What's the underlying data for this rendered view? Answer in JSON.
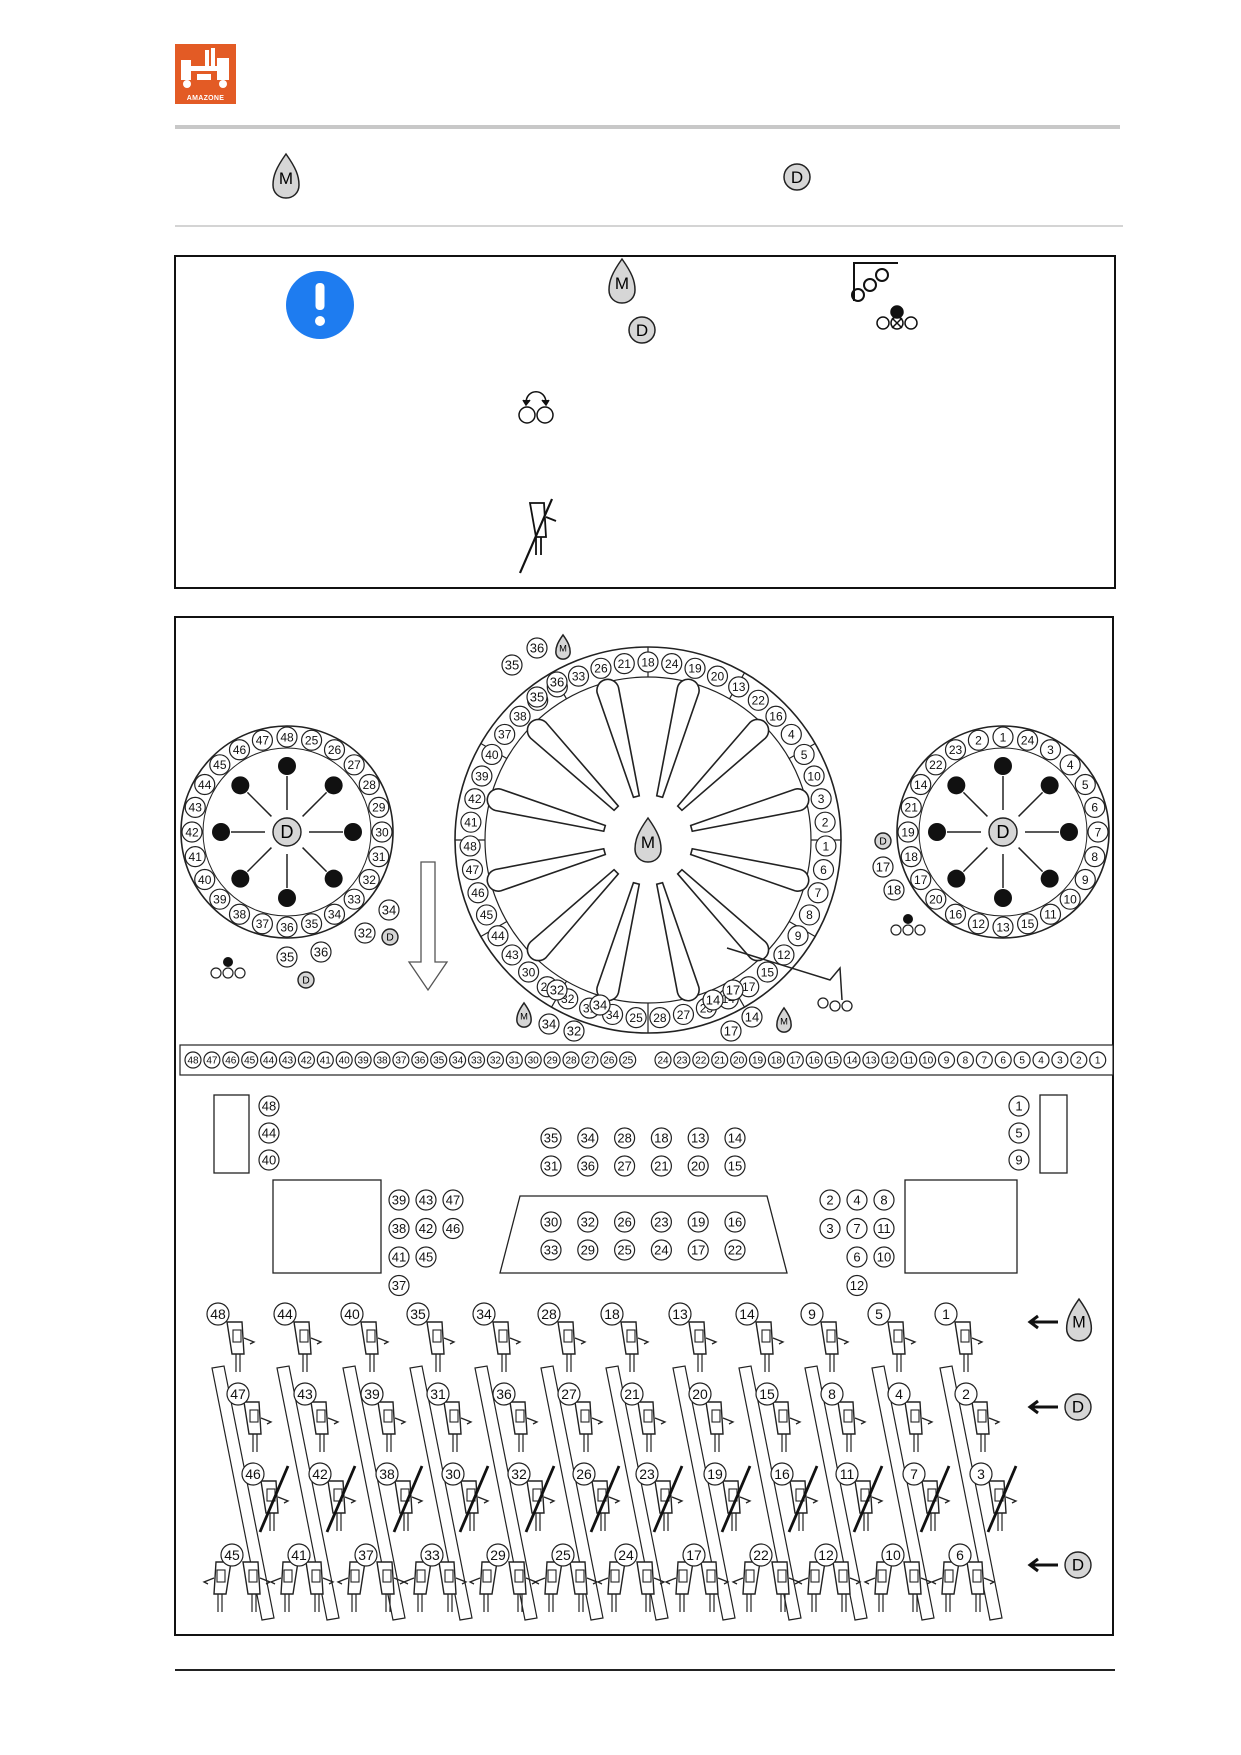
{
  "logo": {
    "text": "AMAZONE",
    "color": "#e35b25"
  },
  "legend": {
    "m_symbol": "M",
    "d_symbol": "D"
  },
  "note_box": {
    "info_icon": "exclamation-icon",
    "info_color": "#1e7cf0",
    "m_symbol": "M",
    "d_symbol": "D"
  },
  "diagram": {
    "hopper_m": "M",
    "hopper_d": "D",
    "big_rotor_label": "M",
    "left_rotor_label": "D",
    "right_rotor_label": "D",
    "big_ring": [
      "18",
      "24",
      "19",
      "20",
      "13",
      "22",
      "16",
      "4",
      "5",
      "10",
      "3",
      "2",
      "1",
      "6",
      "7",
      "8",
      "9",
      "12",
      "15",
      "17",
      "14",
      "23",
      "27",
      "28",
      "25",
      "34",
      "31",
      "32",
      "29",
      "30",
      "43",
      "44",
      "45",
      "46",
      "47",
      "48",
      "41",
      "42",
      "39",
      "40",
      "37",
      "38",
      "35",
      "36",
      "33",
      "26",
      "21"
    ],
    "left_ring": [
      "48",
      "25",
      "26",
      "27",
      "28",
      "29",
      "30",
      "31",
      "32",
      "33",
      "34",
      "35",
      "36",
      "37",
      "38",
      "39",
      "40",
      "41",
      "42",
      "43",
      "44",
      "45",
      "46",
      "47"
    ],
    "right_ring": [
      "1",
      "24",
      "3",
      "4",
      "5",
      "6",
      "7",
      "8",
      "9",
      "10",
      "11",
      "15",
      "13",
      "12",
      "16",
      "20",
      "17",
      "18",
      "19",
      "21",
      "14",
      "22",
      "23",
      "2"
    ],
    "outlet_row": [
      "48",
      "47",
      "46",
      "45",
      "44",
      "43",
      "42",
      "41",
      "40",
      "39",
      "38",
      "37",
      "36",
      "35",
      "34",
      "33",
      "32",
      "31",
      "30",
      "29",
      "28",
      "27",
      "26",
      "25",
      "24",
      "23",
      "22",
      "21",
      "20",
      "19",
      "18",
      "17",
      "16",
      "15",
      "14",
      "13",
      "12",
      "11",
      "10",
      "9",
      "8",
      "7",
      "6",
      "5",
      "4",
      "3",
      "2",
      "1"
    ],
    "left_col": [
      "48",
      "44",
      "40"
    ],
    "right_col": [
      "1",
      "5",
      "9"
    ],
    "center_top": [
      [
        "35",
        "34",
        "28",
        "18",
        "13",
        "14"
      ],
      [
        "31",
        "36",
        "27",
        "21",
        "20",
        "15"
      ]
    ],
    "center_mid": [
      [
        "30",
        "32",
        "26",
        "23",
        "19",
        "16"
      ],
      [
        "33",
        "29",
        "25",
        "24",
        "17",
        "22"
      ]
    ],
    "left_group": [
      [
        "39",
        "43",
        "47"
      ],
      [
        "38",
        "42",
        "46"
      ],
      [
        "41",
        "45",
        ""
      ],
      [
        "37",
        "",
        ""
      ]
    ],
    "right_group": [
      [
        "2",
        "4",
        "8"
      ],
      [
        "3",
        "7",
        "11"
      ],
      [
        "",
        "6",
        "10"
      ],
      [
        "",
        "12",
        ""
      ]
    ],
    "coulter_row1": [
      "48",
      "44",
      "40",
      "35",
      "34",
      "28",
      "18",
      "13",
      "14",
      "9",
      "5",
      "1"
    ],
    "coulter_row2": [
      "47",
      "43",
      "39",
      "31",
      "36",
      "27",
      "21",
      "20",
      "15",
      "8",
      "4",
      "2"
    ],
    "coulter_row3": [
      "46",
      "42",
      "38",
      "30",
      "32",
      "26",
      "23",
      "19",
      "16",
      "11",
      "7",
      "3"
    ],
    "coulter_row4": [
      "45",
      "41",
      "37",
      "33",
      "29",
      "25",
      "24",
      "17",
      "22",
      "12",
      "10",
      "6"
    ],
    "row_labels": [
      "M",
      "D",
      "D"
    ],
    "callouts": {
      "top_a": "35",
      "top_b": "36",
      "top_c": "36",
      "top_d": "35",
      "bot_a": "32",
      "bot_b": "34",
      "bot_c": "34",
      "bot_d": "32",
      "bot_e": "17",
      "bot_f": "14",
      "bot_g": "14",
      "bot_h": "17",
      "l_a": "32",
      "l_b": "34",
      "l_c": "35",
      "l_d": "36",
      "r_a": "17",
      "r_b": "18"
    }
  }
}
